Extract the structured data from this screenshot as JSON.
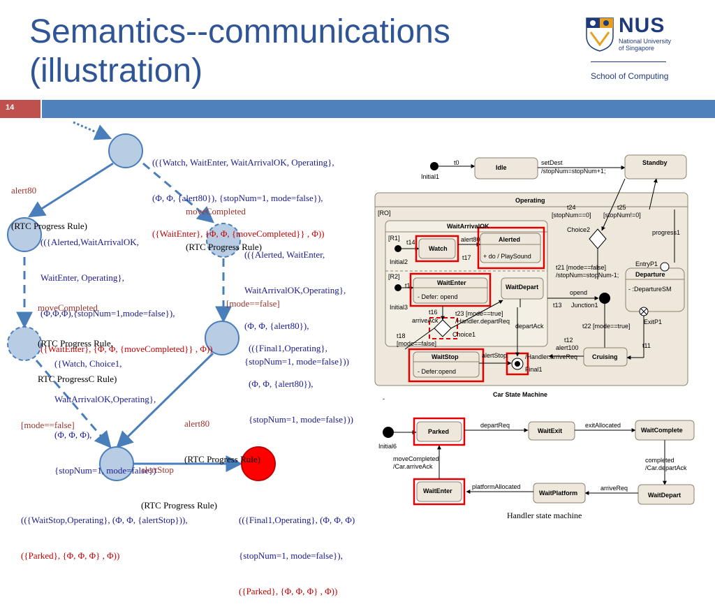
{
  "slide": {
    "title_line1": "Semantics--communications",
    "title_line2": "(illustration)",
    "page_number": "14"
  },
  "logo": {
    "name": "NUS",
    "sub1": "National University",
    "sub2": "of Singapore",
    "school": "School of Computing"
  },
  "tree": {
    "s0_a": "(({Watch, WaitEnter, WaitArrivalOK, Operating},",
    "s0_b": "(Φ, Φ, {alert80}), {stopNum=1, mode=false}),",
    "s0_c": "({WaitEnter}, {Φ, Φ, {moveCompleted}} , Φ))",
    "e1_a": "alert80",
    "e1_b": "(RTC Progress Rule)",
    "e2_a": "moveCompleted",
    "e2_b": "(RTC Progress Rule)",
    "s1_a": "(({Alerted,WaitArrivalOK,",
    "s1_b": "WaitEnter, Operating},",
    "s1_c": "(Φ,Φ,Φ),{stopNum=1,mode=false}),",
    "s1_d": "({WaitEnter}, {Φ, Φ, {moveCompleted}} , Φ))",
    "s2_a": "(({Alerted, WaitEnter,",
    "s2_b": "WaitArrivalOK,Operating},",
    "s2_c": "(Φ, Φ, {alert80}),",
    "s2_d": "{stopNum=1, mode=false}))",
    "e3_a": "moveCompleted",
    "e3_b": "(RTC Progress Rule,",
    "e3_c": "RTC ProgressC Rule)",
    "e4": "[mode==false]",
    "s3_a": "({Watch, Choice1,",
    "s3_b": "WaitArrivalOK,Operating},",
    "s3_c": "(Φ, Φ, Φ),",
    "s3_d": "{stopNum=1, mode=false})",
    "s4_a": "(({Final1,Operating},",
    "s4_b": "(Φ, Φ, {alert80}),",
    "s4_c": "{stopNum=1, mode=false}))",
    "e5_a": "alert80",
    "e5_b": "(RTC Progress Rule)",
    "e6": "[mode==false]",
    "e7_a": "alertStop",
    "e7_b": "(RTC Progress Rule)",
    "s5_a": "(({WaitStop,Operating}, (Φ, Φ, {alertStop})),",
    "s5_b": "({Parked}, {Φ, Φ, Φ} , Φ))",
    "s6_a": "(({Final1,Operating}, (Φ, Φ, Φ)",
    "s6_b": "{stopNum=1, mode=false}),",
    "s6_c": "({Parked}, {Φ, Φ, Φ} , Φ))"
  },
  "car_sm": {
    "caption": "Car State Machine",
    "initial1": "Initial1",
    "idle": "Idle",
    "standby": "Standby",
    "t0": "t0",
    "setdest_a": "setDest",
    "setdest_b": "/stopNum=stopNum+1;",
    "operating": "Operating",
    "ro": "[RO]",
    "t24_a": "t24",
    "t24_b": "[stopNum==0]",
    "t25_a": "t25",
    "t25_b": "[stopNum!=0]",
    "choice2": "Choice2",
    "progress1": "progress1",
    "waitarrivalok": "WaitArrivalOK",
    "r1": "[R1]",
    "r2": "[R2]",
    "t14": "t14",
    "watch": "Watch",
    "alert80": "alert80",
    "alerted": "Alerted",
    "alerted_do": "+   do / PlaySound",
    "initial2": "Initial2",
    "t17": "t17",
    "t21_a": "t21 [mode==false]",
    "t21_b": "/stopNum=stopNum-1;",
    "entryp1": "EntryP1",
    "departure": "Departure",
    "departure_sm": "-   :DepartureSM",
    "t1": "t1",
    "waitenter": "WaitEnter",
    "defer_opend": "-   Defer: opend",
    "waitdepart": "WaitDepart",
    "opend": "opend",
    "t13": "t13",
    "junction1": "Junction1",
    "initial3": "Initial3",
    "t16": "t16",
    "arriveack": "arriveAck",
    "t23_a": "t23 [mode==true]",
    "t23_b": "/Handler.departReq",
    "departack": "departAck",
    "t22": "t22 [mode==true]",
    "exitp1": "ExitP1",
    "choice1": "Choice1",
    "t18_a": "t18",
    "t18_b": "[mode==false]",
    "t12_a": "t12",
    "t12_b": "alert100",
    "t11": "t11",
    "waitstop": "WaitStop",
    "defer_opend2": "-   Defer:opend",
    "alertstop": "alertStop",
    "handler_arrive": "/Handler.arriveReq",
    "final1": "Final1",
    "cruising": "Cruising",
    "dash": "-"
  },
  "handler_sm": {
    "caption": "Handler state machine",
    "initial6": "Initial6",
    "parked": "Parked",
    "departreq": "departReq",
    "waitexit": "WaitExit",
    "exitallocated": "exitAllocated",
    "waitcomplete": "WaitComplete",
    "movecompleted_a": "moveCompleted",
    "movecompleted_b": "/Car.arriveAck",
    "completed_a": "completed",
    "completed_b": "/Car.departAck",
    "waitenter": "WaitEnter",
    "platformallocated": "platformAllocated",
    "waitplatform": "WaitPlatform",
    "arrivereq": "arriveReq",
    "waitdepart": "WaitDepart"
  },
  "colors": {
    "title": "#2F5597",
    "bar": "#4F81BD",
    "page_badge": "#C0504D",
    "node_fill": "#B8CCE4",
    "node_stroke": "#4A7EBB",
    "final_node": "#FF0000",
    "highlight": "#E00000"
  }
}
